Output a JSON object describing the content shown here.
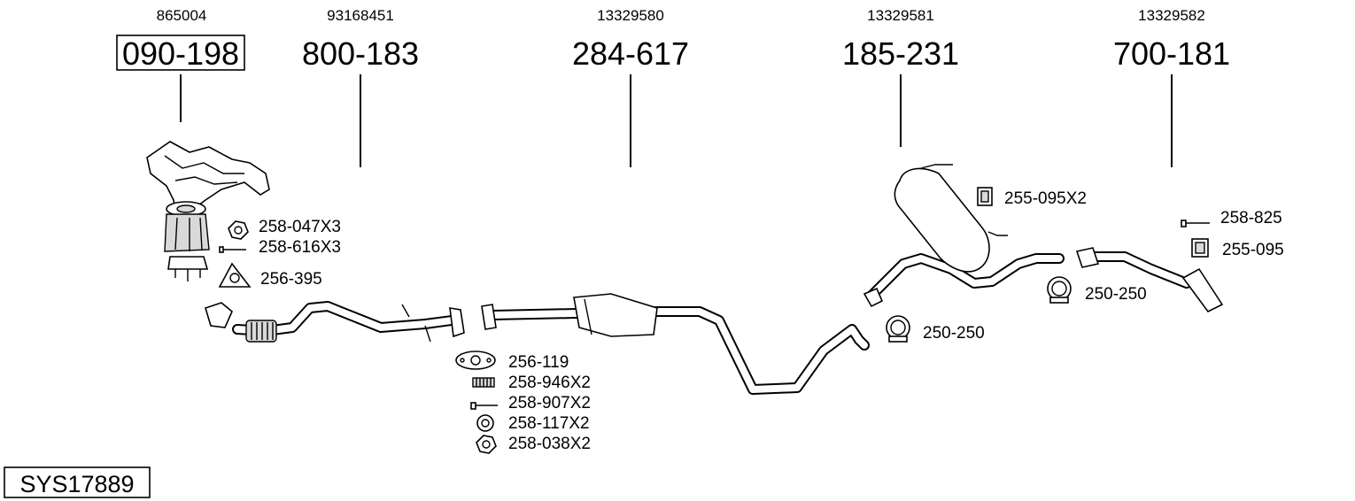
{
  "colors": {
    "ink": "#000000",
    "background": "#ffffff",
    "part_shade": "#d9d9d9"
  },
  "system_id": "SYS17889",
  "main_parts": [
    {
      "oem": "865004",
      "number": "090-198",
      "boxed": true
    },
    {
      "oem": "93168451",
      "number": "800-183",
      "boxed": false
    },
    {
      "oem": "13329580",
      "number": "284-617",
      "boxed": false
    },
    {
      "oem": "13329581",
      "number": "185-231",
      "boxed": false
    },
    {
      "oem": "13329582",
      "number": "700-181",
      "boxed": false
    }
  ],
  "accessories": [
    {
      "label": "258-047X3",
      "icon": "nut-icon"
    },
    {
      "label": "258-616X3",
      "icon": "stud-icon"
    },
    {
      "label": "256-395",
      "icon": "gasket-three-hole-icon"
    },
    {
      "label": "256-119",
      "icon": "gasket-two-hole-icon"
    },
    {
      "label": "258-946X2",
      "icon": "spring-icon"
    },
    {
      "label": "258-907X2",
      "icon": "bolt-icon"
    },
    {
      "label": "258-117X2",
      "icon": "ring-icon"
    },
    {
      "label": "258-038X2",
      "icon": "nut-icon"
    },
    {
      "label": "250-250",
      "icon": "clamp-icon"
    },
    {
      "label": "255-095X2",
      "icon": "rubber-mount-icon"
    },
    {
      "label": "250-250",
      "icon": "clamp-icon"
    },
    {
      "label": "258-825",
      "icon": "bolt-icon"
    },
    {
      "label": "255-095",
      "icon": "rubber-mount-icon"
    }
  ]
}
